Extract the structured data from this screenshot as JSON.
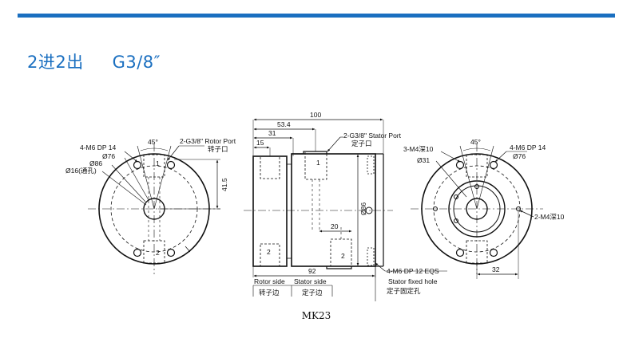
{
  "header": {
    "title": "2进2出     G3/8″"
  },
  "left_view": {
    "angle": "45°",
    "port_callout": "2-G3/8\" Rotor Port",
    "port_callout_cn": "转子口",
    "thread_callout": "4-M6 DP  14",
    "dia_76": "Ø76",
    "dia_86": "Ø86",
    "dia_16": "Ø16(通孔)",
    "height_dim": "41.5",
    "port_1": "1",
    "port_2": "2"
  },
  "side_view": {
    "dim_100": "100",
    "dim_53_4": "53.4",
    "dim_31": "31",
    "dim_15": "15",
    "stator_callout": "2-G3/8\" Stator Port",
    "stator_callout_cn": "定子口",
    "dim_20": "20",
    "dim_92": "92",
    "dia_86": "Ø86",
    "port_1": "1",
    "port_2": "2",
    "port_2b": "2",
    "fix_callout": "4-M6 DP 12 EQS",
    "fix_callout_2": "Stator fixed hole",
    "fix_callout_cn": "定子固定孔",
    "rotor_side": "Rotor side",
    "rotor_side_cn": "转子边",
    "stator_side": "Stator side",
    "stator_side_cn": "定子边"
  },
  "right_view": {
    "angle": "45°",
    "thread_3m4": "3-M4深10",
    "dia_31": "Ø31",
    "thread_4m6": "4-M6 DP  14",
    "dia_76": "Ø76",
    "thread_2m4": "2-M4深10",
    "dim_32": "32"
  },
  "caption": "MK23"
}
